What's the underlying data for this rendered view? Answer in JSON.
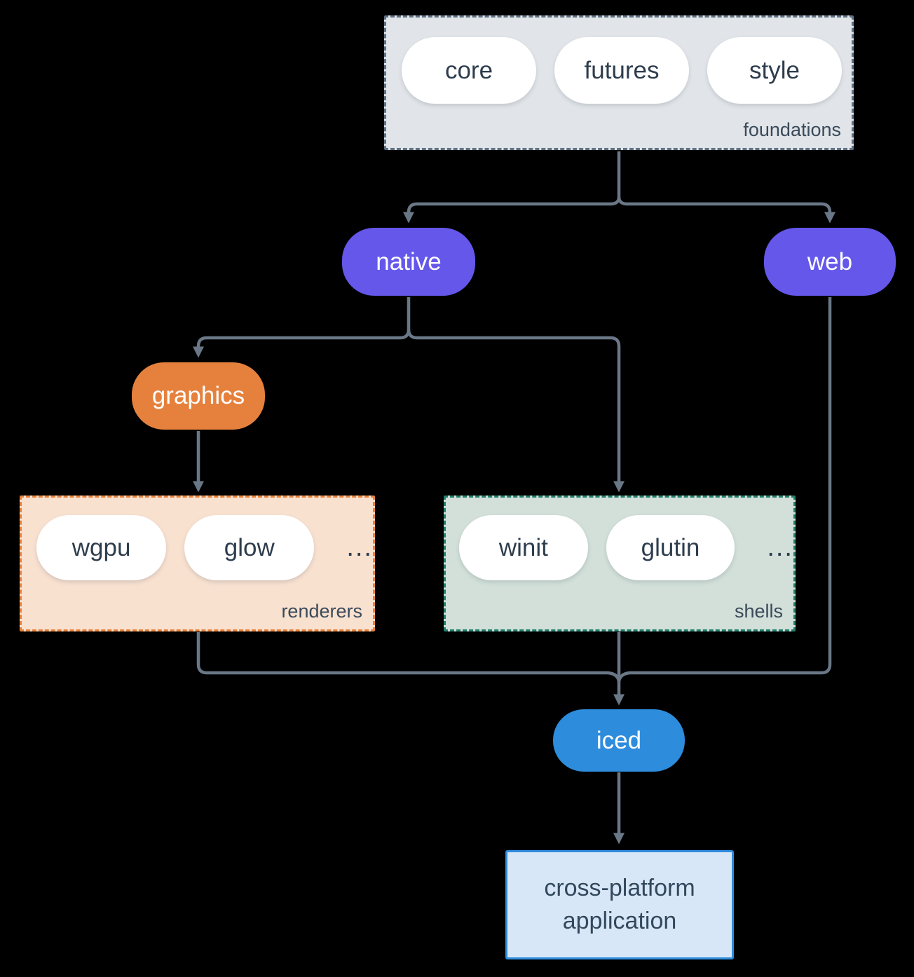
{
  "foundations": {
    "label": "foundations",
    "pills": [
      "core",
      "futures",
      "style"
    ]
  },
  "native": {
    "label": "native"
  },
  "web": {
    "label": "web"
  },
  "graphics": {
    "label": "graphics"
  },
  "renderers": {
    "label": "renderers",
    "pills": [
      "wgpu",
      "glow"
    ],
    "ellipsis": "..."
  },
  "shells": {
    "label": "shells",
    "pills": [
      "winit",
      "glutin"
    ],
    "ellipsis": "..."
  },
  "iced": {
    "label": "iced"
  },
  "application": {
    "lines": [
      "cross-platform",
      "application"
    ]
  },
  "colors": {
    "background": "#000000",
    "connector": "#6a7786",
    "purple": "#6457ea",
    "orange": "#e5813d",
    "blue": "#2e8cdc",
    "foundations_bg": "#e1e5e9",
    "foundations_border": "#5f7183",
    "renderers_bg": "#f9e1d0",
    "renderers_border": "#e8823b",
    "shells_bg": "#d2e0d9",
    "shells_border": "#22806d",
    "app_bg": "#d7e7f7",
    "app_border": "#2e8cdc",
    "pill_bg": "#ffffff",
    "pill_text": "#2e3d4d",
    "label_text": "#3a4a5a"
  }
}
